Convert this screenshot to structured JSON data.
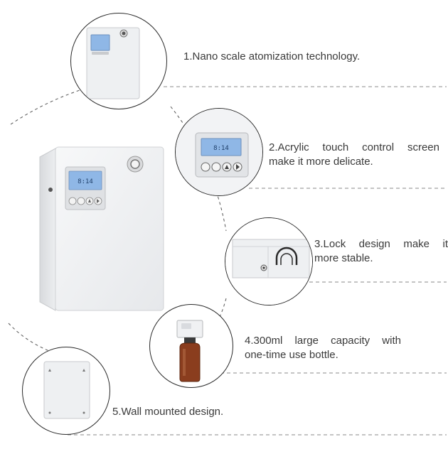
{
  "features": [
    {
      "lines": [
        "1.Nano scale atomization technology."
      ]
    },
    {
      "lines": [
        "2.Acrylic  touch  control  screen",
        "make it more delicate."
      ]
    },
    {
      "lines": [
        "3.Lock  design  make  it",
        "more stable."
      ]
    },
    {
      "lines": [
        "4.300ml  large  capacity  with",
        "one-time use bottle."
      ]
    },
    {
      "lines": [
        "5.Wall mounted design."
      ]
    }
  ],
  "display_reading": "8:14",
  "colors": {
    "device_body": "#f1f2f4",
    "screen": "#8fb7e6",
    "bottle": "#8a3d1e",
    "lines": "#888888"
  }
}
